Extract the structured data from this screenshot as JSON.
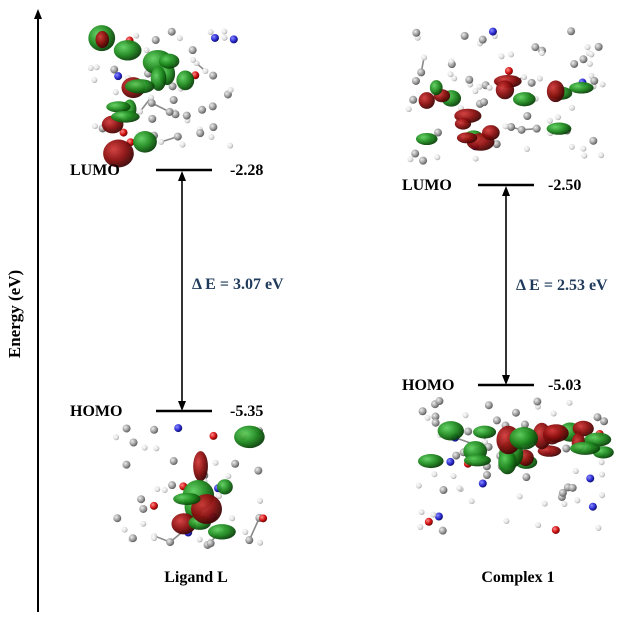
{
  "axis": {
    "label": "Energy (eV)"
  },
  "systems": [
    {
      "name": "Ligand L",
      "lumo": {
        "label": "LUMO",
        "energy": "-2.28"
      },
      "homo": {
        "label": "HOMO",
        "energy": "-5.35"
      },
      "gap": "Δ E = 3.07 eV"
    },
    {
      "name": "Complex 1",
      "lumo": {
        "label": "LUMO",
        "energy": "-2.50"
      },
      "homo": {
        "label": "HOMO",
        "energy": "-5.03"
      },
      "gap": "Δ E = 2.53 eV"
    }
  ],
  "colors": {
    "orbital_red": "#8c0f0f",
    "orbital_green": "#1f8a1f",
    "atom_gray": "#9a9a9a",
    "atom_white": "#e8e8e8",
    "atom_blue": "#2a2ad0",
    "atom_red": "#d01010"
  }
}
